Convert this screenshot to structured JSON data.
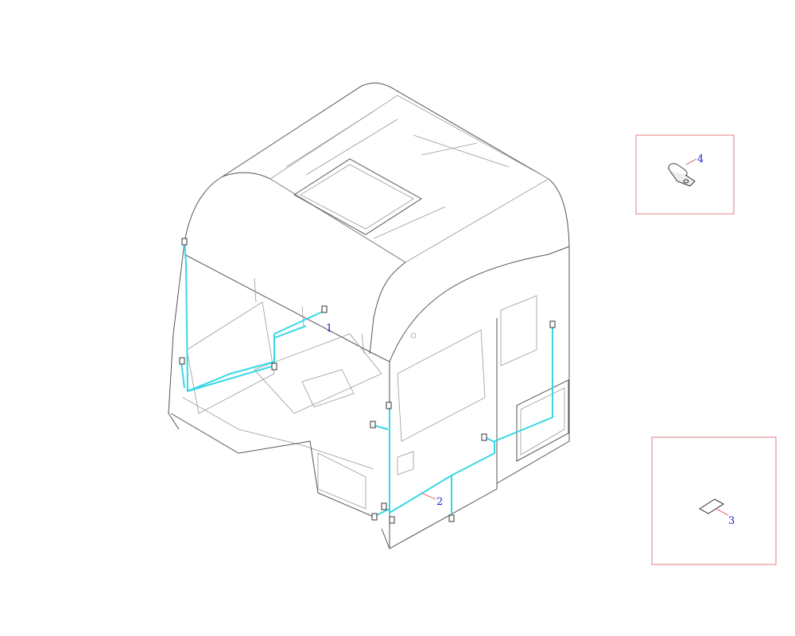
{
  "diagram": {
    "callouts": [
      {
        "id": "1",
        "label": "1"
      },
      {
        "id": "2",
        "label": "2"
      },
      {
        "id": "3",
        "label": "3"
      },
      {
        "id": "4",
        "label": "4"
      }
    ],
    "colors": {
      "wire": "#37d8e6",
      "callout_text": "#1a1adf",
      "leader": "#e0707a",
      "detail_box": "#e07b80"
    }
  }
}
